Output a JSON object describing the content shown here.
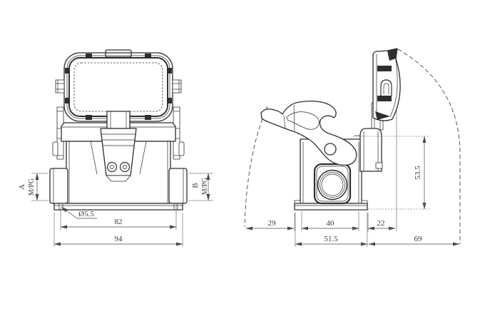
{
  "colors": {
    "line": "#2e2e2e",
    "dim_line": "#4a4a4a",
    "text": "#3a3a3a",
    "background": "#ffffff"
  },
  "front_view": {
    "gland_a": {
      "label": "A",
      "thread": "M/PG"
    },
    "gland_b": {
      "label": "B",
      "thread": "M/PG"
    },
    "dims": {
      "hole_diameter": "Ø5.5",
      "hole_spacing": "82",
      "overall_width": "94"
    }
  },
  "side_view": {
    "dims": {
      "front_offset": "29",
      "opening_width": "40",
      "rear_offset": "22",
      "base_depth": "51.5",
      "cover_clearance": "69",
      "body_height": "53.5"
    }
  }
}
